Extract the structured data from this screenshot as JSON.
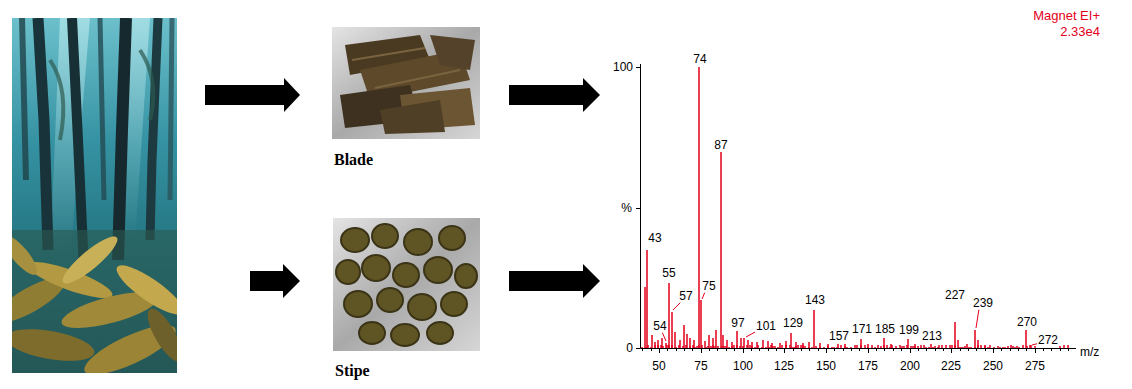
{
  "diagram": {
    "nodes": [
      {
        "text": [
          "Blade"
        ]
      },
      {
        "text": [
          "Stipe"
        ]
      },
      {
        "text": [
          "Magnet EI+ 2.33e4"
        ]
      }
    ],
    "edges": [
      {
        "from": 0,
        "to": 2,
        "arrow": "to"
      },
      {
        "from": 1,
        "to": 2,
        "arrow": "to"
      }
    ],
    "labels": [
      "74",
      "87",
      "43",
      "55",
      "57",
      "75",
      "54",
      "97",
      "101",
      "129",
      "143",
      "157",
      "171",
      "185",
      "199",
      "213",
      "227",
      "239",
      "270",
      "272",
      "100",
      "%",
      "0",
      "50",
      "75",
      "100",
      "125",
      "150",
      "175",
      "200",
      "225",
      "250",
      "275",
      "m/z"
    ]
  }
}
